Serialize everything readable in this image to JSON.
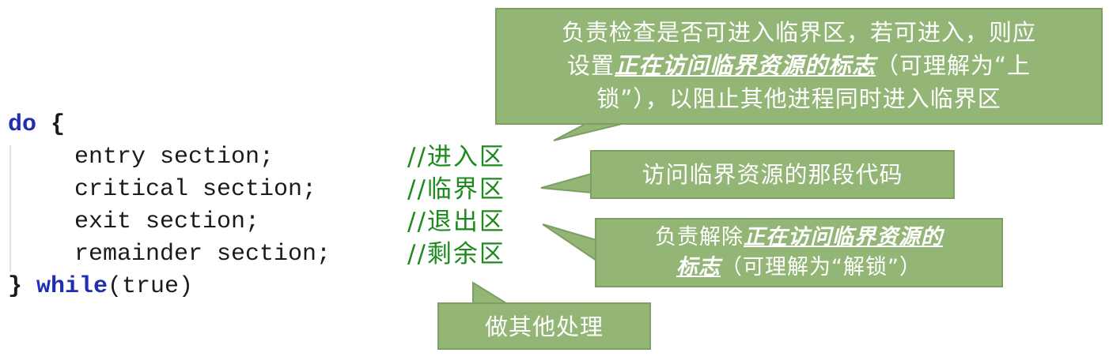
{
  "code": {
    "line1": {
      "keyword": "do",
      "brace": "{"
    },
    "statements": [
      {
        "code": "entry section;",
        "comment": "//进入区"
      },
      {
        "code": "critical section;",
        "comment": "//临界区"
      },
      {
        "code": "exit section;",
        "comment": "//退出区"
      },
      {
        "code": "remainder section;",
        "comment": "//剩余区"
      }
    ],
    "last_line": {
      "brace": "}",
      "keyword": "while",
      "rest": "(true)"
    }
  },
  "callouts": {
    "entry": {
      "part1": "负责检查是否可进入临界区，若可进入，则应",
      "part2": "设置",
      "emphasis": "正在访问临界资源的标志",
      "part3": "（可理解为“上",
      "part4": "锁”），以阻止其他进程同时进入临界区"
    },
    "critical": {
      "text": "访问临界资源的那段代码"
    },
    "exit": {
      "part1": "负责解除",
      "emphasis1": "正在访问临界资源的",
      "emphasis2": "标志",
      "part2": "（可理解为“解锁”）"
    },
    "remainder": {
      "text": "做其他处理"
    }
  },
  "colors": {
    "callout_fill": "#93b676",
    "callout_border": "#7c9f63",
    "keyword": "#1f2fb0",
    "comment": "#1d8a1d"
  }
}
